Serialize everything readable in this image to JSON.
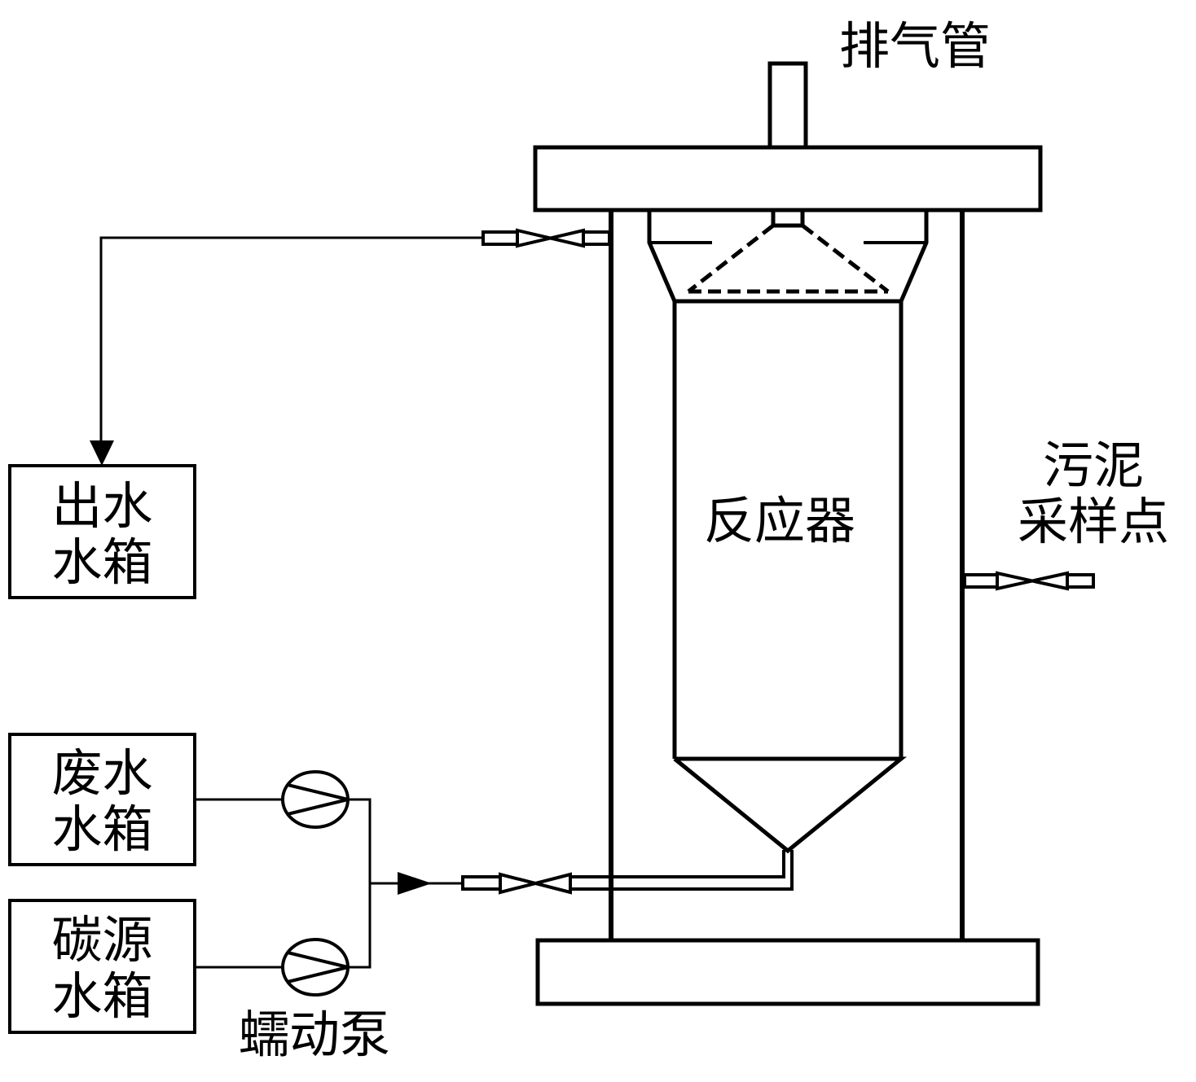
{
  "diagram": {
    "title": "",
    "colors": {
      "stroke": "#000000",
      "background": "#ffffff"
    },
    "labels": {
      "exhaust_pipe": "排气管",
      "reactor": "反应器",
      "sludge_sampling_line1": "污泥",
      "sludge_sampling_line2": "采样点",
      "effluent_tank_line1": "出水",
      "effluent_tank_line2": "水箱",
      "wastewater_tank_line1": "废水",
      "wastewater_tank_line2": "水箱",
      "carbon_tank_line1": "碳源",
      "carbon_tank_line2": "水箱",
      "peristaltic_pump": "蠕动泵"
    },
    "components": [
      {
        "id": "exhaust-pipe",
        "type": "pipe"
      },
      {
        "id": "top-cover",
        "type": "plate"
      },
      {
        "id": "reactor-column",
        "type": "vessel"
      },
      {
        "id": "three-phase-separator",
        "type": "separator"
      },
      {
        "id": "effluent-valve",
        "type": "valve"
      },
      {
        "id": "sludge-sampling-valve",
        "type": "valve"
      },
      {
        "id": "inlet-valve",
        "type": "valve"
      },
      {
        "id": "wastewater-pump",
        "type": "pump"
      },
      {
        "id": "carbon-pump",
        "type": "pump"
      },
      {
        "id": "effluent-tank",
        "type": "tank"
      },
      {
        "id": "wastewater-tank",
        "type": "tank"
      },
      {
        "id": "carbon-source-tank",
        "type": "tank"
      },
      {
        "id": "base-plate",
        "type": "plate"
      }
    ],
    "connections": [
      {
        "from": "reactor-column",
        "to": "effluent-tank",
        "via": "effluent-valve",
        "arrow": "down"
      },
      {
        "from": "wastewater-tank",
        "to": "wastewater-pump"
      },
      {
        "from": "carbon-source-tank",
        "to": "carbon-pump"
      },
      {
        "from": "wastewater-pump",
        "to": "reactor-column",
        "via": "inlet-valve",
        "arrow": "right"
      },
      {
        "from": "carbon-pump",
        "to": "reactor-column",
        "via": "inlet-valve",
        "arrow": "right"
      }
    ]
  }
}
